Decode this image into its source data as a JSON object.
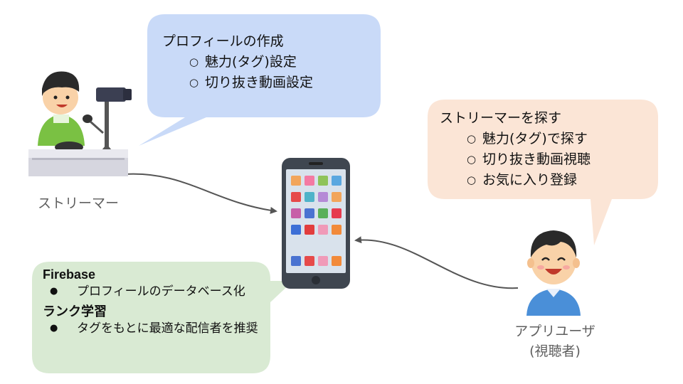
{
  "streamer_bubble": {
    "title": "プロフィールの作成",
    "items": [
      "魅力(タグ)設定",
      "切り抜き動画設定"
    ],
    "color": "#c9daf8"
  },
  "viewer_bubble": {
    "title": "ストリーマーを探す",
    "items": [
      "魅力(タグ)で探す",
      "切り抜き動画視聴",
      "お気に入り登録"
    ],
    "color": "#fbe5d6"
  },
  "tech_box": {
    "sections": [
      {
        "heading": "Firebase",
        "items": [
          "プロフィールのデータベース化"
        ]
      },
      {
        "heading": "ランク学習",
        "items": [
          "タグをもとに最適な配信者を推奨"
        ]
      }
    ],
    "color": "#d9ead3"
  },
  "labels": {
    "streamer": "ストリーマー",
    "viewer_line1": "アプリユーザ",
    "viewer_line2": "(視聴者)"
  },
  "icons": {
    "streamer": "streamer-illustration",
    "phone": "smartphone-illustration",
    "viewer": "smiling-user-illustration"
  }
}
